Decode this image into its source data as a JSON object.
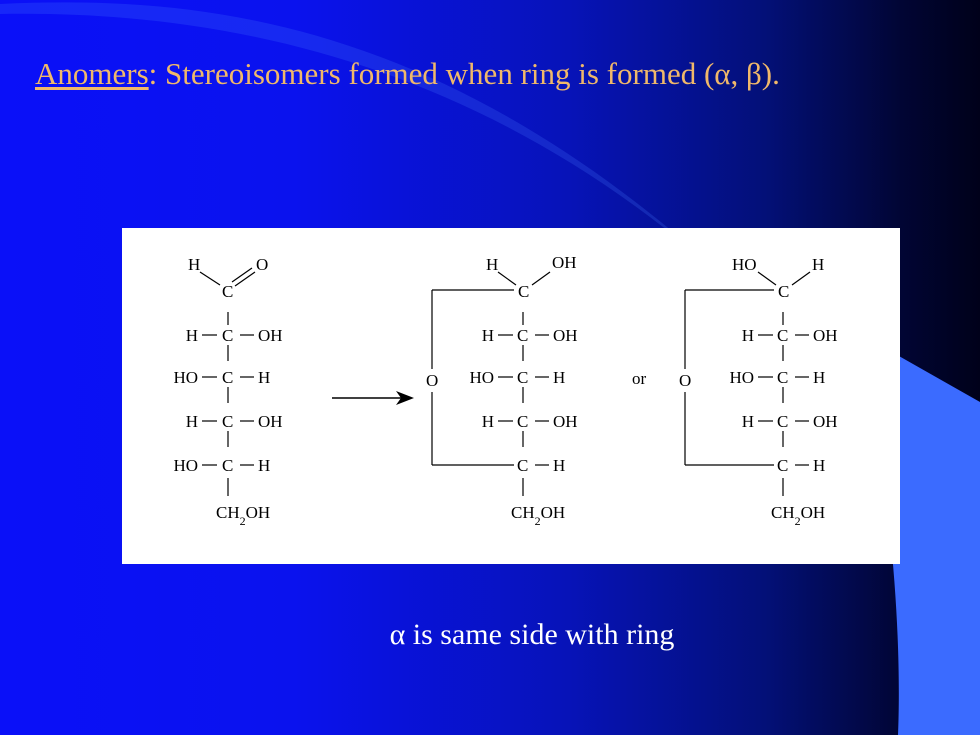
{
  "slide": {
    "title_term": "Anomers",
    "title_rest": ": Stereoisomers formed when ring is formed (α, β).",
    "caption": "α is same side with ring"
  },
  "figure": {
    "open_chain": {
      "aldehyde_h": "H",
      "aldehyde_o": "O",
      "carbon": "C",
      "rows": [
        {
          "left": "H",
          "right": "OH"
        },
        {
          "left": "HO",
          "right": "H"
        },
        {
          "left": "H",
          "right": "OH"
        },
        {
          "left": "HO",
          "right": "H"
        }
      ],
      "terminal": "CH2OH"
    },
    "alpha_form": {
      "top_left": "H",
      "top_right": "OH",
      "carbon": "C",
      "ring_oxygen": "O",
      "rows": [
        {
          "left": "H",
          "right": "OH"
        },
        {
          "left": "HO",
          "right": "H"
        },
        {
          "left": "H",
          "right": "OH"
        },
        {
          "left": "",
          "right": "H"
        }
      ],
      "terminal": "CH2OH"
    },
    "connector": "or",
    "beta_form": {
      "top_left": "HO",
      "top_right": "H",
      "carbon": "C",
      "ring_oxygen": "O",
      "rows": [
        {
          "left": "H",
          "right": "OH"
        },
        {
          "left": "HO",
          "right": "H"
        },
        {
          "left": "H",
          "right": "OH"
        },
        {
          "left": "",
          "right": "H"
        }
      ],
      "terminal": "CH2OH"
    }
  },
  "colors": {
    "title": "#f0b86a",
    "caption": "#ffffff",
    "accent_shape": "#3b6bff",
    "figure_background": "#ffffff"
  }
}
